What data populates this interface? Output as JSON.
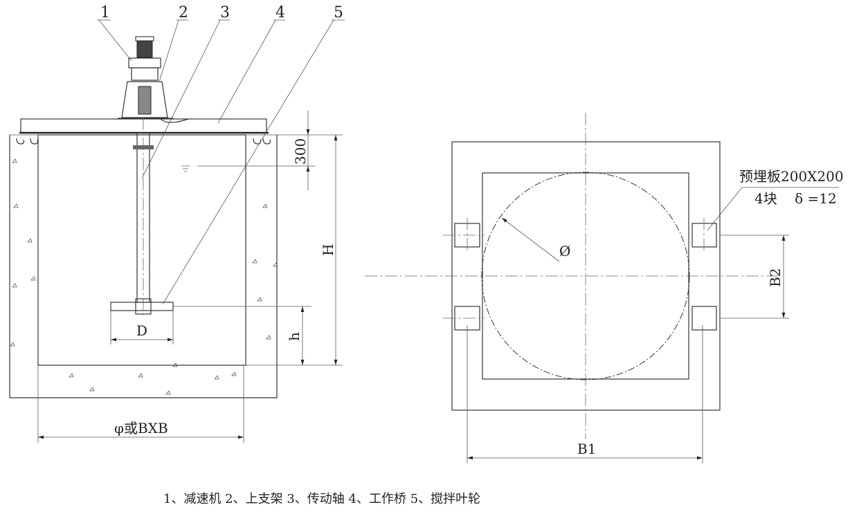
{
  "callouts": [
    "1",
    "2",
    "3",
    "4",
    "5"
  ],
  "dimensions": {
    "freeboard": "300",
    "depth": "H",
    "impeller_height": "h",
    "impeller_diameter": "D",
    "tank_size": "φ或BXB",
    "plan_diameter": "Ø",
    "b1": "B1",
    "b2": "B2"
  },
  "embedded_plate": {
    "line1": "预埋板200X200",
    "line2": "4块    δ =12"
  },
  "caption": "1、减速机 2、上支架 3、传动轴 4、工作桥 5、搅拌叶轮"
}
